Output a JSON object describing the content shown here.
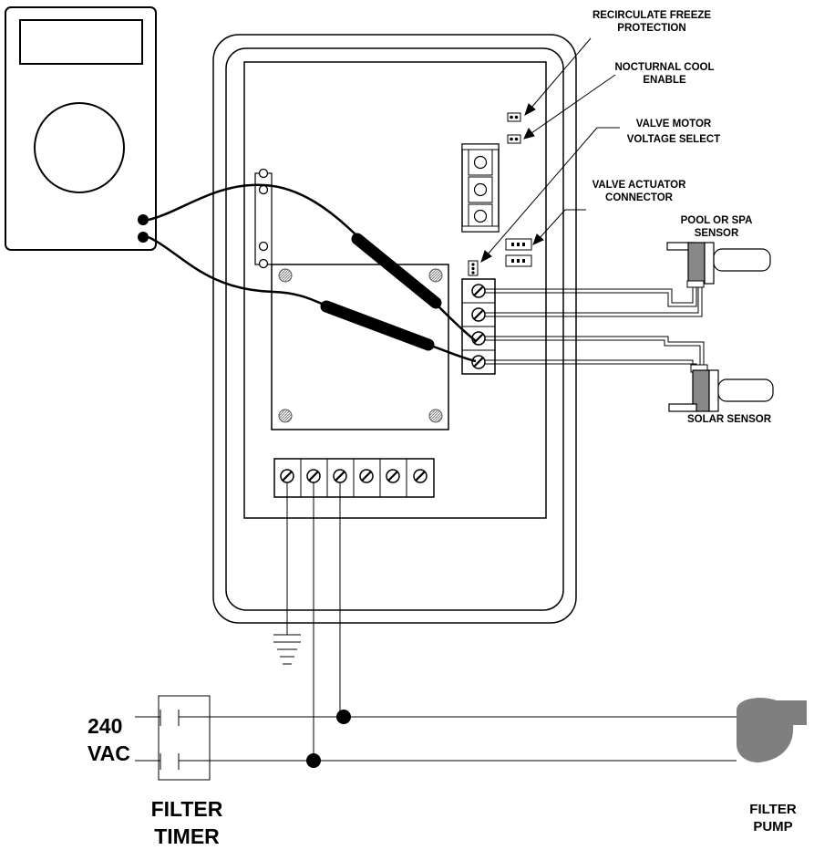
{
  "labels": {
    "recirculate_1": "RECIRCULATE FREEZE",
    "recirculate_2": "PROTECTION",
    "nocturnal_1": "NOCTURNAL COOL",
    "nocturnal_2": "ENABLE",
    "valve_motor_1": "VALVE MOTOR",
    "valve_motor_2": "VOLTAGE SELECT",
    "valve_actuator_1": "VALVE ACTUATOR",
    "valve_actuator_2": "CONNECTOR",
    "pool_spa_1": "POOL OR SPA",
    "pool_spa_2": "SENSOR",
    "solar_sensor": "SOLAR SENSOR",
    "voltage_1": "240",
    "voltage_2": "VAC",
    "filter_timer_1": "FILTER",
    "filter_timer_2": "TIMER",
    "filter_pump_1": "FILTER",
    "filter_pump_2": "PUMP"
  },
  "colors": {
    "line": "#000000",
    "screw": "#999999",
    "pump": "#7f7f7f"
  }
}
